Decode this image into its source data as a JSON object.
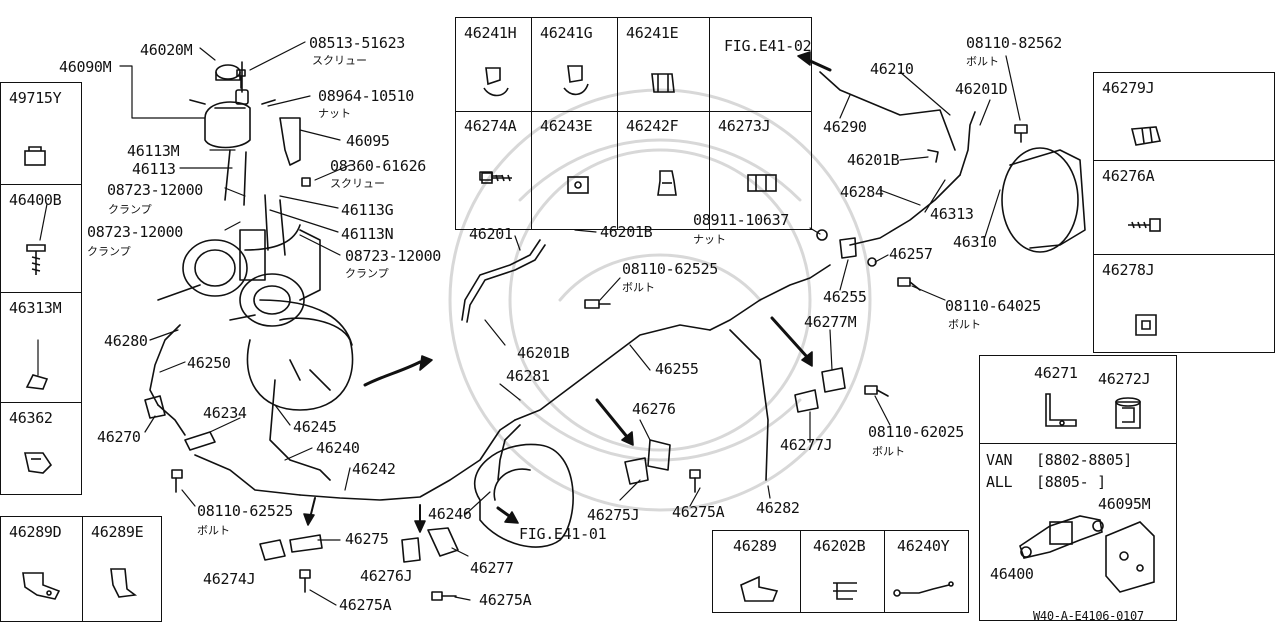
{
  "labels": {
    "p46090M": "46090M",
    "p46020M": "46020M",
    "p08513": "08513-51623",
    "p08964": "08964-10510",
    "p46095": "46095",
    "p46113M": "46113M",
    "p46113": "46113",
    "p08360": "08360-61626",
    "p08723a": "08723-12000",
    "p46113G": "46113G",
    "p08723b": "08723-12000",
    "p46113N": "46113N",
    "p08723c": "08723-12000",
    "p46280": "46280",
    "p46250": "46250",
    "p46270": "46270",
    "p46234": "46234",
    "p46245": "46245",
    "p46240": "46240",
    "p46242": "46242",
    "p08110_62525b": "08110-62525",
    "p46275": "46275",
    "p46274J": "46274J",
    "p46276J": "46276J",
    "p46277": "46277",
    "p46275Aa": "46275A",
    "p46275Ab": "46275A",
    "p46246": "46246",
    "pFIG0101": "FIG.E41-01",
    "p46201": "46201",
    "p46201Ba": "46201B",
    "p46201Bb": "46201B",
    "p46281": "46281",
    "p46255a": "46255",
    "p46276": "46276",
    "p46275J": "46275J",
    "p46275Ac": "46275A",
    "p46282": "46282",
    "p46277J": "46277J",
    "p46277M": "46277M",
    "p08110_62025": "08110-62025",
    "p08110_62525a": "08110-62525",
    "p08911": "08911-10637",
    "p46255b": "46255",
    "p46257": "46257",
    "p08110_64025": "08110-64025",
    "p46284": "46284",
    "p46313": "46313",
    "p46310": "46310",
    "p46201Bc": "46201B",
    "p46290": "46290",
    "p46210": "46210",
    "p46201D": "46201D",
    "p08110_82562": "08110-82562",
    "pFIG0102": "FIG.E41-02",
    "code": "W40-A-E4106-0107"
  },
  "japanese": {
    "screw1": "スクリュー",
    "nut1": "ナット",
    "screw2": "スクリュー",
    "clamp1": "クランプ",
    "clamp2": "クランプ",
    "clamp3": "クランプ",
    "bolt1": "ボルト",
    "bolt2": "ボルト",
    "bolt3": "ボルト",
    "bolt4": "ボルト",
    "nut2": "ナット",
    "bolt5": "ボルト"
  },
  "left_boxes": [
    "49715Y",
    "46400B",
    "46313M",
    "46362"
  ],
  "bottom_left_boxes": [
    "46289D",
    "46289E"
  ],
  "top_grid": {
    "row1": [
      "46241H",
      "46241G",
      "46241E"
    ],
    "row2": [
      "46274A",
      "46243E",
      "46242F",
      "46273J"
    ]
  },
  "right_boxes": [
    "46279J",
    "46276A",
    "46278J"
  ],
  "bracket_box": {
    "p46271": "46271",
    "p46272J": "46272J",
    "van_label": "VAN",
    "van_range": "[8802-8805]",
    "all_label": "ALL",
    "all_range": "[8805-      ]",
    "p46095M": "46095M",
    "p46400": "46400"
  },
  "bottom_boxes": [
    "46289",
    "46202B",
    "46240Y"
  ],
  "colors": {
    "ink": "#111111",
    "paper": "#ffffff"
  }
}
